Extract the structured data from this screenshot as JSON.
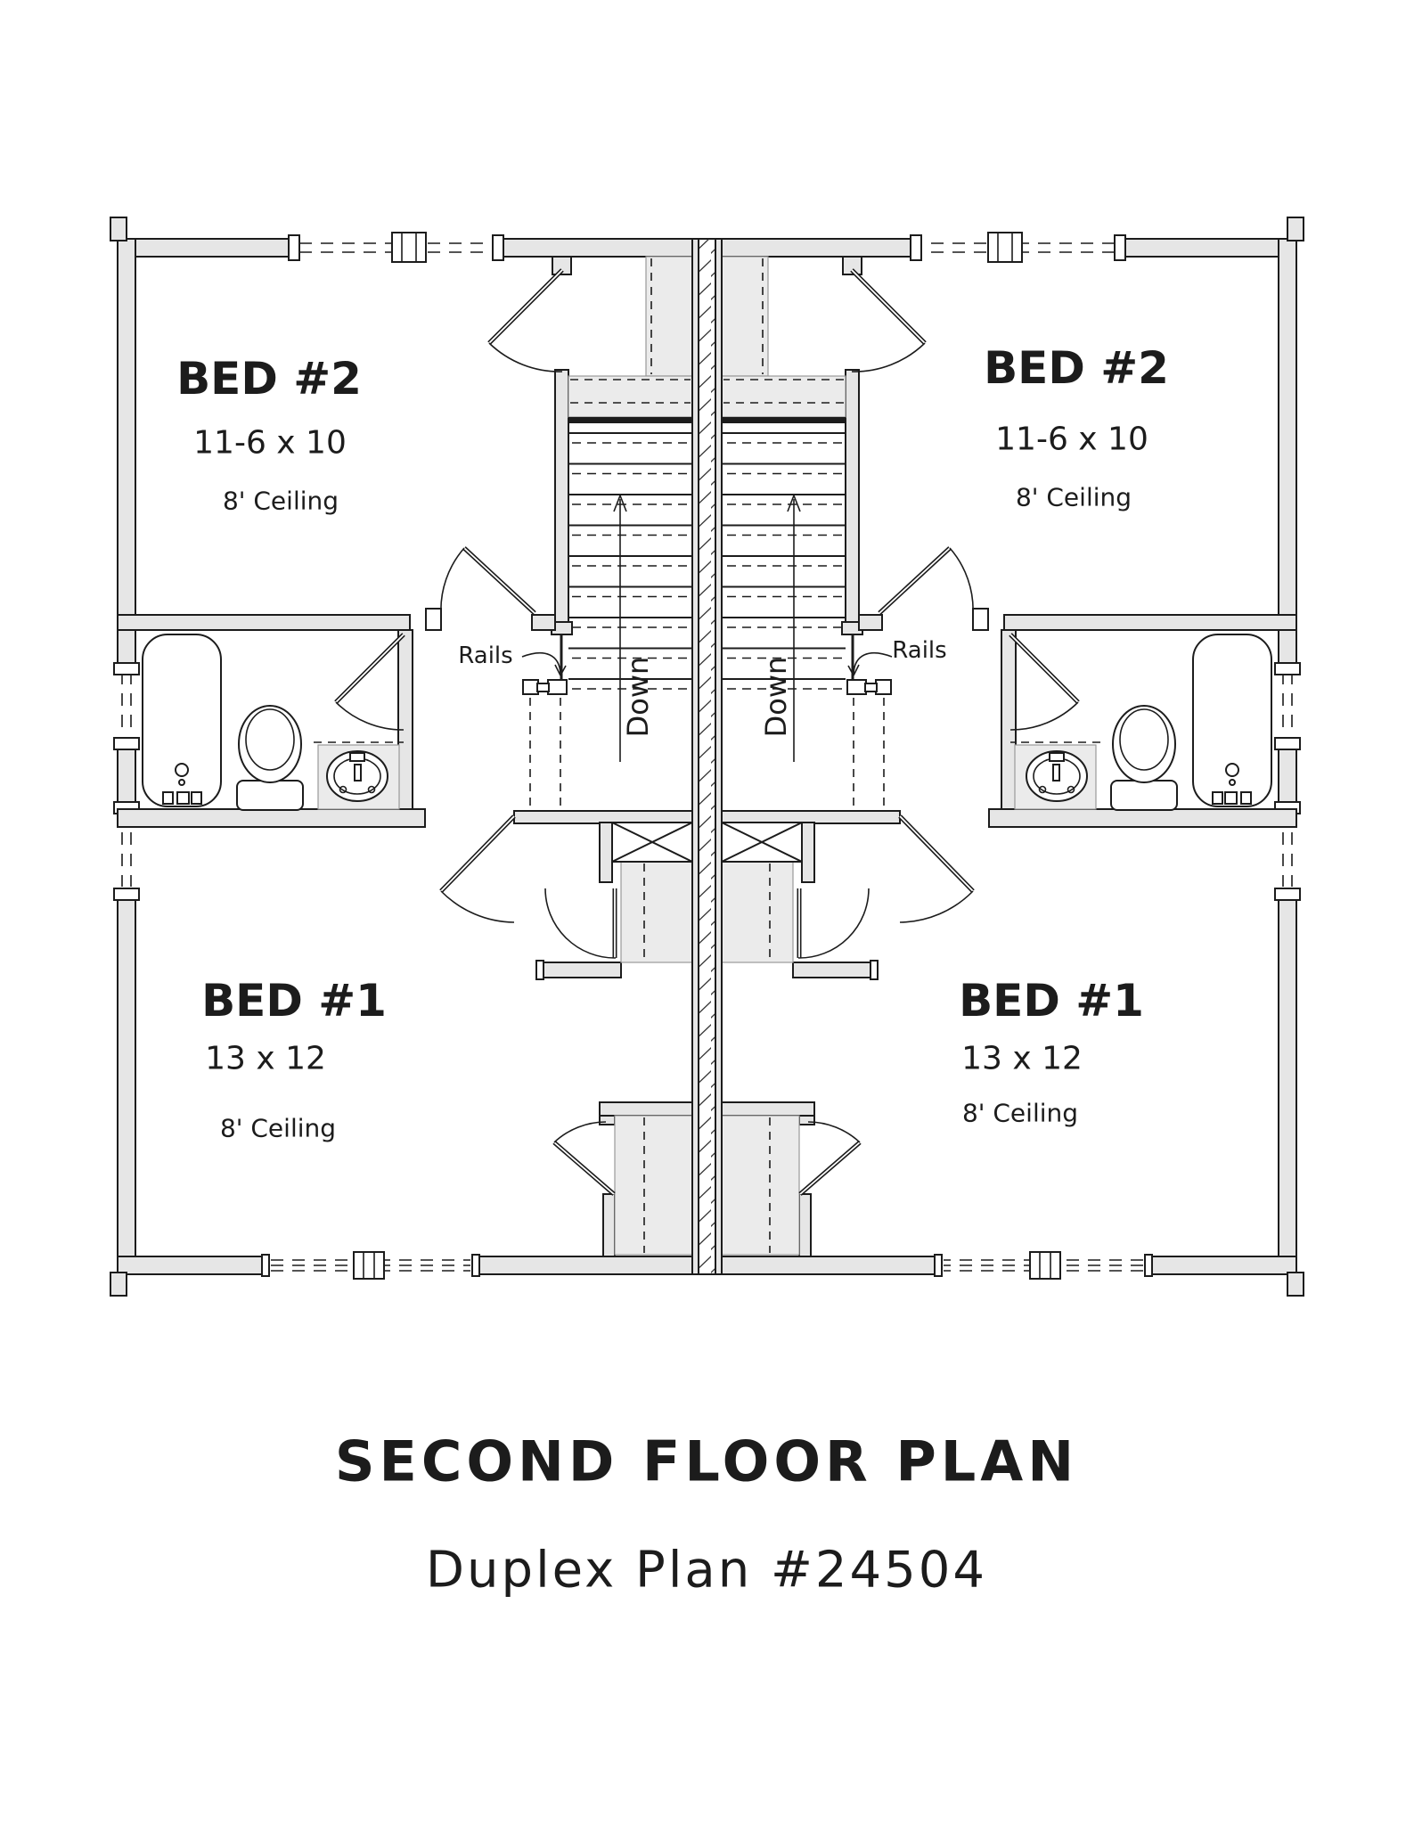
{
  "sheet": {
    "title_line1": "SECOND FLOOR PLAN",
    "title_line2": "Duplex Plan #24504"
  },
  "units": {
    "left": {
      "bed2": {
        "name": "BED #2",
        "dims": "11-6 x 10",
        "ceiling": "8' Ceiling"
      },
      "bed1": {
        "name": "BED #1",
        "dims": "13 x 12",
        "ceiling": "8' Ceiling"
      },
      "rails_label": "Rails",
      "down_label": "Down"
    },
    "right": {
      "bed2": {
        "name": "BED #2",
        "dims": "11-6 x 10",
        "ceiling": "8' Ceiling"
      },
      "bed1": {
        "name": "BED #1",
        "dims": "13 x 12",
        "ceiling": "8' Ceiling"
      },
      "rails_label": "Rails",
      "down_label": "Down"
    }
  },
  "colors": {
    "line": "#1c1c1c",
    "wall_fill": "#e6e6e6",
    "shade_fill": "#ebebeb",
    "paper": "#ffffff"
  }
}
